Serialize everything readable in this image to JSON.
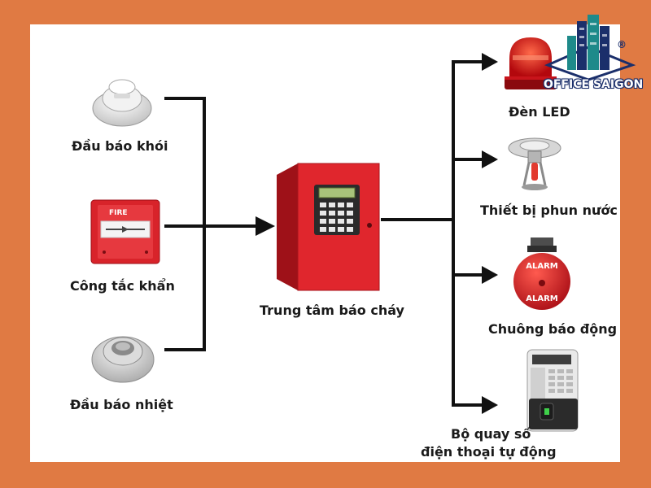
{
  "brand": {
    "name": "OFFICE SAIGON",
    "registered_mark": "®"
  },
  "inputs": [
    {
      "label": "Đầu báo khói",
      "icon": "smoke-detector-icon"
    },
    {
      "label": "Công tắc khẩn",
      "icon": "manual-call-point-icon",
      "device_text": "FIRE"
    },
    {
      "label": "Đầu báo nhiệt",
      "icon": "heat-detector-icon"
    }
  ],
  "center": {
    "label": "Trung tâm báo cháy",
    "icon": "fire-alarm-control-panel-icon"
  },
  "outputs": [
    {
      "label": "Đèn LED",
      "icon": "led-beacon-icon"
    },
    {
      "label": "Thiết bị phun nước",
      "icon": "sprinkler-icon"
    },
    {
      "label": "Chuông báo động",
      "icon": "alarm-bell-icon",
      "device_text": "ALARM"
    },
    {
      "label_line1": "Bộ quay số",
      "label_line2": "điện thoại tự động",
      "icon": "auto-dialer-icon"
    }
  ],
  "colors": {
    "background": "#e07a43",
    "panel": "#ffffff",
    "line": "#111111",
    "device_red": "#d8232a",
    "brand_blue": "#1b2f6b",
    "brand_teal": "#1e8a8a"
  }
}
